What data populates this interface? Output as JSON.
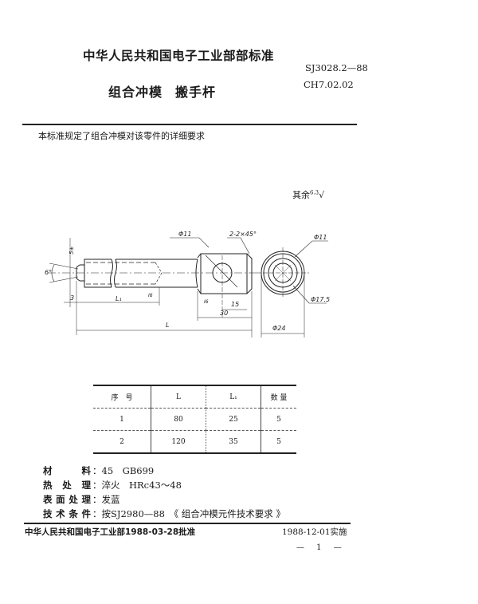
{
  "header": {
    "org_title": "中华人民共和国电子工业部部标准",
    "standard_number": "SJ3028.2—88",
    "doc_title_part1": "组合冲模",
    "doc_title_part2": "搬手杆",
    "classification": "CH7.02.02"
  },
  "intro_text": "本标准规定了组合冲模对该零件的详细要求",
  "roughness_note": {
    "label": "其余",
    "value": "6.3"
  },
  "drawing": {
    "labels": {
      "chamfer_top": "5±",
      "angle": "6°",
      "dim_3": "3",
      "dim_L1": "L₁",
      "dim_L": "L",
      "dia_11_side": "Φ11",
      "chamfer": "2-2×45°",
      "finish_1": "Ⅰ6",
      "finish_2": "Ⅰ6",
      "dim_15": "15",
      "dim_30": "30",
      "dia_11_end": "Φ11",
      "dia_17_5": "Φ17.5",
      "dia_24": "Φ24"
    }
  },
  "spec_table": {
    "headers": [
      "序　号",
      "L",
      "L₁",
      "数 量"
    ],
    "rows": [
      [
        "1",
        "80",
        "25",
        "5"
      ],
      [
        "2",
        "120",
        "35",
        "5"
      ]
    ]
  },
  "properties": [
    {
      "label": "材料",
      "value": "45　GB699"
    },
    {
      "label": "热处理",
      "value": "淬火　HRc43～48"
    },
    {
      "label": "表面处理",
      "value": "发蓝"
    },
    {
      "label": "技术条件",
      "value": "按SJ2980—88　《 组合冲模元件技术要求 》"
    }
  ],
  "footer": {
    "approval": "中华人民共和国电子工业部1988-03-28批准",
    "effective": "1988-12-01实施",
    "page": "— 1 —"
  }
}
